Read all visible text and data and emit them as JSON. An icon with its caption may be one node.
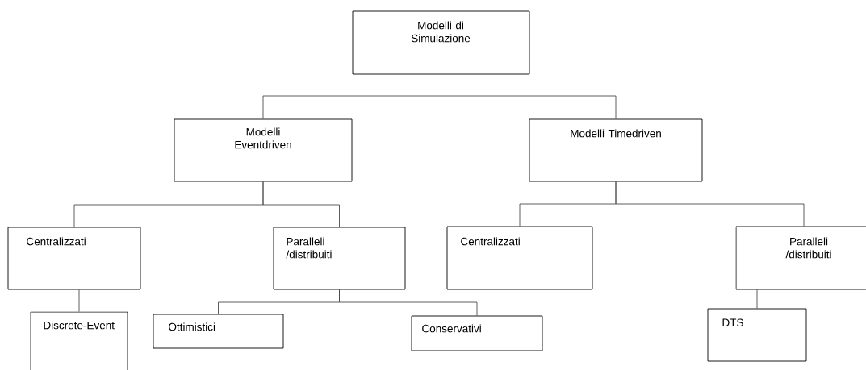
{
  "diagram": {
    "nodes": [
      {
        "text": [
          "Modelli di Simulazione"
        ]
      },
      {
        "text": [
          "Modelli Eventdriven"
        ]
      },
      {
        "text": [
          "Modelli Timedriven"
        ]
      },
      {
        "text": [
          "Centralizzati"
        ]
      },
      {
        "text": [
          "Paralleli /distribuiti"
        ]
      },
      {
        "text": [
          "Discrete-Event"
        ]
      },
      {
        "text": [
          "Ottimistici"
        ]
      },
      {
        "text": [
          "Conservativi"
        ]
      },
      {
        "text": [
          "Centralizzati"
        ]
      },
      {
        "text": [
          "Paralleli /distribuiti"
        ]
      },
      {
        "text": [
          "DTS"
        ]
      }
    ],
    "edges": [
      {
        "from": 0,
        "to": 1,
        "arrow": "none"
      },
      {
        "from": 0,
        "to": 2,
        "arrow": "none"
      },
      {
        "from": 1,
        "to": 3,
        "arrow": "none"
      },
      {
        "from": 1,
        "to": 4,
        "arrow": "none"
      },
      {
        "from": 3,
        "to": 5,
        "arrow": "none"
      },
      {
        "from": 4,
        "to": 6,
        "arrow": "none"
      },
      {
        "from": 4,
        "to": 7,
        "arrow": "none"
      },
      {
        "from": 2,
        "to": 8,
        "arrow": "none"
      },
      {
        "from": 2,
        "to": 9,
        "arrow": "none"
      },
      {
        "from": 9,
        "to": 10,
        "arrow": "none"
      }
    ]
  }
}
